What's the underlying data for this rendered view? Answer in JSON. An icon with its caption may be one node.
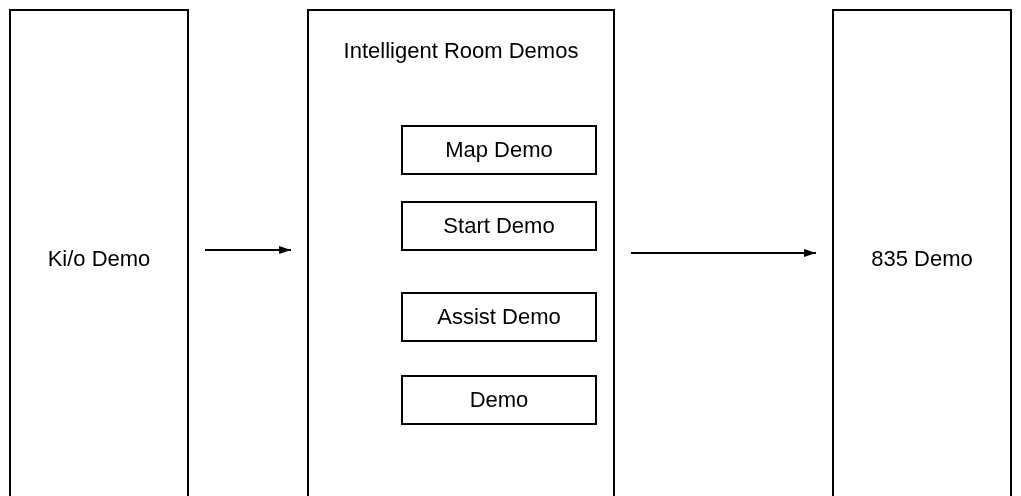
{
  "diagram": {
    "nodes": [
      {
        "text": [
          "Ki/o Demo"
        ]
      },
      {
        "text": [
          "Intelligent Room Demos"
        ]
      },
      {
        "text": [
          "Map Demo"
        ],
        "in": 1
      },
      {
        "text": [
          "Start Demo"
        ],
        "in": 1
      },
      {
        "text": [
          "Assist Demo"
        ],
        "in": 1
      },
      {
        "text": [
          "Demo"
        ],
        "in": 1
      },
      {
        "text": [
          "835 Demo"
        ]
      }
    ],
    "edges": [
      {
        "from": 0,
        "to": 1,
        "arrow": "to"
      },
      {
        "from": 1,
        "to": 6,
        "arrow": "to"
      }
    ]
  }
}
